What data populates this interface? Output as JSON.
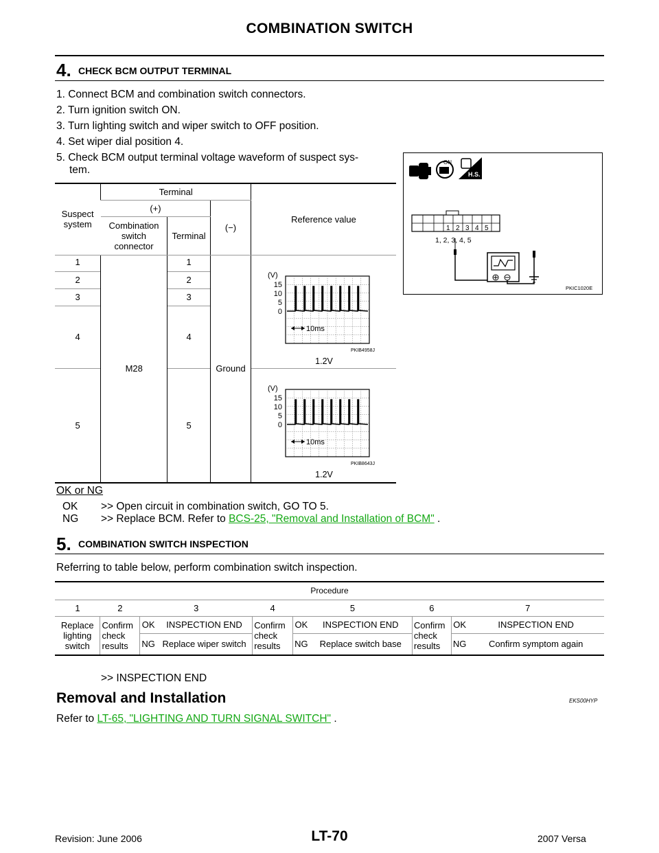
{
  "header": {
    "title": "COMBINATION SWITCH"
  },
  "step4": {
    "number": "4.",
    "title": "CHECK BCM OUTPUT TERMINAL",
    "instructions": [
      "1.  Connect BCM and combination switch connectors.",
      "2.  Turn ignition switch ON.",
      "3.  Turn lighting switch and wiper switch to OFF position.",
      "4.  Set wiper dial position 4.",
      "5.  Check BCM output terminal voltage waveform of suspect sys-",
      "tem."
    ],
    "table": {
      "h_suspect": "Suspect system",
      "h_terminal": "Terminal",
      "h_plus": "(+)",
      "h_minus": "(−)",
      "h_reference": "Reference value",
      "h_connector": "Combination switch connector",
      "h_term": "Terminal",
      "connector": "M28",
      "ground": "Ground",
      "rows": [
        {
          "system": "1",
          "terminal": "1"
        },
        {
          "system": "2",
          "terminal": "2"
        },
        {
          "system": "3",
          "terminal": "3"
        },
        {
          "system": "4",
          "terminal": "4"
        },
        {
          "system": "5",
          "terminal": "5"
        }
      ],
      "wave1": {
        "unit": "(V)",
        "ticks": [
          "15",
          "10",
          "5",
          "0"
        ],
        "time": "10ms",
        "code": "PKIB4958J",
        "value": "1.2V"
      },
      "wave2": {
        "unit": "(V)",
        "ticks": [
          "15",
          "10",
          "5",
          "0"
        ],
        "time": "10ms",
        "code": "PKIB8643J",
        "value": "1.2V"
      }
    },
    "diagram": {
      "on_label": "ON",
      "hs_label": "H.S.",
      "pins": [
        "1",
        "2",
        "3",
        "4",
        "5"
      ],
      "pin_label": "1, 2, 3, 4, 5",
      "code": "PKIC1020E"
    },
    "ok_ng": "OK or NG",
    "ok": {
      "key": "OK",
      "text": ">> Open circuit in combination switch, GO TO 5."
    },
    "ng": {
      "key": "NG",
      "text": ">> Replace BCM. Refer to",
      "link": "BCS-25, \"Removal and Installation of BCM\"",
      "end": "."
    }
  },
  "step5": {
    "number": "5.",
    "title": "COMBINATION SWITCH INSPECTION",
    "intro": "Referring to table below, perform combination switch inspection.",
    "table": {
      "procedure": "Procedure",
      "cols": [
        "1",
        "2",
        "3",
        "4",
        "5",
        "6",
        "7"
      ],
      "c1": "Replace lighting switch",
      "c2": "Confirm check results",
      "ok1": "OK",
      "ok1_text": "INSPECTION END",
      "ng1": "NG",
      "ng1_text": "Replace wiper switch",
      "c4": "Confirm check results",
      "ok2": "OK",
      "ok2_text": "INSPECTION END",
      "ng2": "NG",
      "ng2_text": "Replace switch base",
      "c6": "Confirm check results",
      "ok3": "OK",
      "ok3_text": "INSPECTION END",
      "ng3": "NG",
      "ng3_text": "Confirm symptom again"
    },
    "end": ">> INSPECTION END"
  },
  "removal": {
    "title": "Removal and Installation",
    "code": "EKS00HYP",
    "text": "Refer to",
    "link": "LT-65, \"LIGHTING AND TURN SIGNAL SWITCH\"",
    "end": "."
  },
  "footer": {
    "revision": "Revision: June 2006",
    "page": "LT-70",
    "model": "2007 Versa"
  }
}
